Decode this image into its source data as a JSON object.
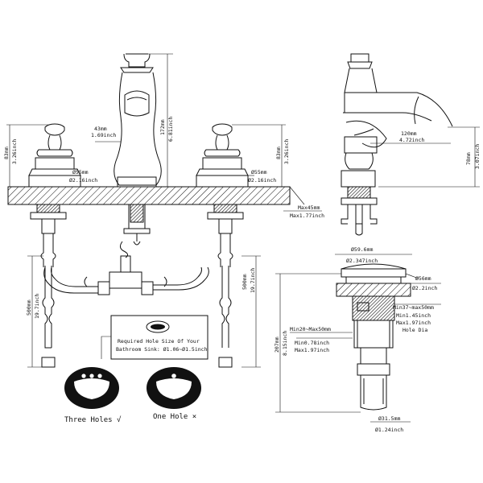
{
  "faucet": {
    "spout_height_mm": "172mm",
    "spout_height_in": "6.81inch",
    "spout_width_mm": "43mm",
    "spout_width_in": "1.69inch",
    "handle_height_mm_left": "83mm",
    "handle_height_in_left": "3.26inch",
    "handle_height_mm_right": "83mm",
    "handle_height_in_right": "3.26inch",
    "base_dia_mm_left": "Ø55mm",
    "base_dia_in_left": "Ø2.16inch",
    "base_dia_mm_right": "Ø55mm",
    "base_dia_in_right": "Ø2.16inch",
    "deck_max_mm": "Max45mm",
    "deck_max_in": "Max1.77inch",
    "hose_len_mm_left": "500mm",
    "hose_len_in_left": "19.7inch",
    "hose_len_mm_right": "500mm",
    "hose_len_in_right": "19.7inch"
  },
  "side_view": {
    "reach_mm": "120mm",
    "reach_in": "4.72inch",
    "height_mm": "78mm",
    "height_in": "3.07inch"
  },
  "drain": {
    "top_dia_mm": "Ø59.6mm",
    "top_dia_in": "Ø2.347inch",
    "flange_dia_mm": "Ø56mm",
    "flange_dia_in": "Ø2.2inch",
    "hole_range_mm": "Min37~max50mm",
    "hole_min_in": "Min1.45inch",
    "hole_max_in": "Max1.97inch",
    "hole_dia_label": "Hole Dia",
    "thread_range_mm": "Min20~Max50mm",
    "thread_min_in": "Min0.78inch",
    "thread_max_in": "Max1.97inch",
    "total_len_mm": "207mm",
    "total_len_in": "8.15inch",
    "bottom_dia_mm": "Ø31.5mm",
    "bottom_dia_in": "Ø1.24inch"
  },
  "hole_note": {
    "line1": "Required Hole Size Of Your",
    "line2": "Bathroom Sink: Ø1.06~Ø1.5inch"
  },
  "options": {
    "three_holes": "Three Holes √",
    "one_hole": "One Hole ×"
  }
}
